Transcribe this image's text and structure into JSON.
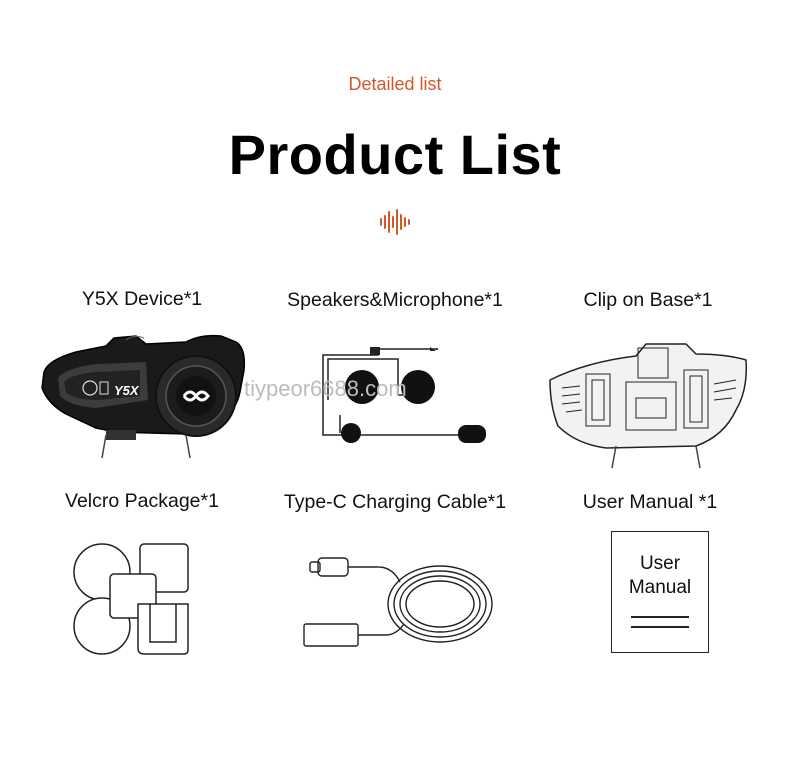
{
  "header": {
    "subtitle": "Detailed list",
    "title": "Product List"
  },
  "items": [
    {
      "label": "Y5X Device*1",
      "icon": "bluetooth-intercom-device"
    },
    {
      "label": "Speakers&Microphone*1",
      "icon": "speakers-microphone-set"
    },
    {
      "label": "Clip on Base*1",
      "icon": "clip-base"
    },
    {
      "label": "Velcro Package*1",
      "icon": "velcro-pads"
    },
    {
      "label": "Type-C Charging Cable*1",
      "icon": "usb-c-cable"
    },
    {
      "label": "User Manual *1",
      "icon": "user-manual-booklet"
    }
  ],
  "device": {
    "badge": "Y5X"
  },
  "manual": {
    "line1": "User",
    "line2": "Manual"
  },
  "watermark": "tiypeor6688.com",
  "colors": {
    "accent": "#d2582a",
    "text": "#111111"
  }
}
